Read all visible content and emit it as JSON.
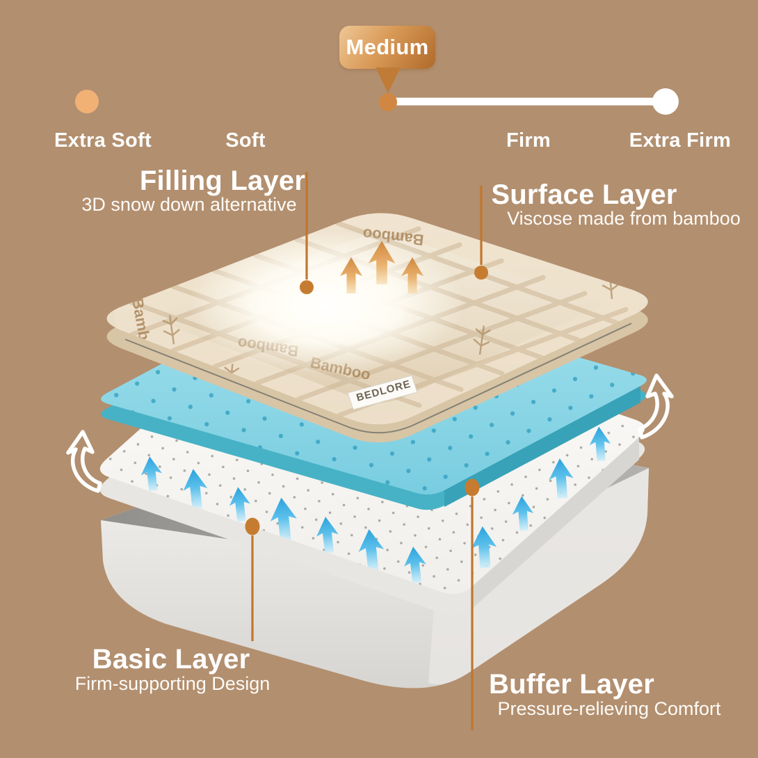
{
  "firmness_scale": {
    "selected": "Medium",
    "labels": [
      {
        "label": "Extra Soft"
      },
      {
        "label": "Soft"
      },
      {
        "label": "Firm"
      },
      {
        "label": "Extra Firm"
      }
    ]
  },
  "callouts": {
    "filling": {
      "title": "Filling Layer",
      "subtitle": "3D snow down alternative"
    },
    "surface": {
      "title": "Surface Layer",
      "subtitle": "Viscose made from bamboo"
    },
    "basic": {
      "title": "Basic Layer",
      "subtitle": "Firm-supporting Design"
    },
    "buffer": {
      "title": "Buffer Layer",
      "subtitle": "Pressure-relieving Comfort"
    }
  },
  "product": {
    "brand": "BEDLORE",
    "fabric_print": "Bamboo"
  },
  "colors": {
    "background": "#b28f6f",
    "accent_copper": "#c1762e",
    "scale_track_soft": "#f1b175",
    "scale_track_firm_side": "#ffffff",
    "topper_cream": "#ecdfc9",
    "gel_layer_blue": "#7fd2e4",
    "basic_layer_white": "#fbfaf7",
    "base_gray": "#a6a4a0",
    "airflow_arrow_blue": "#31a9e0",
    "text": "#ffffff"
  }
}
